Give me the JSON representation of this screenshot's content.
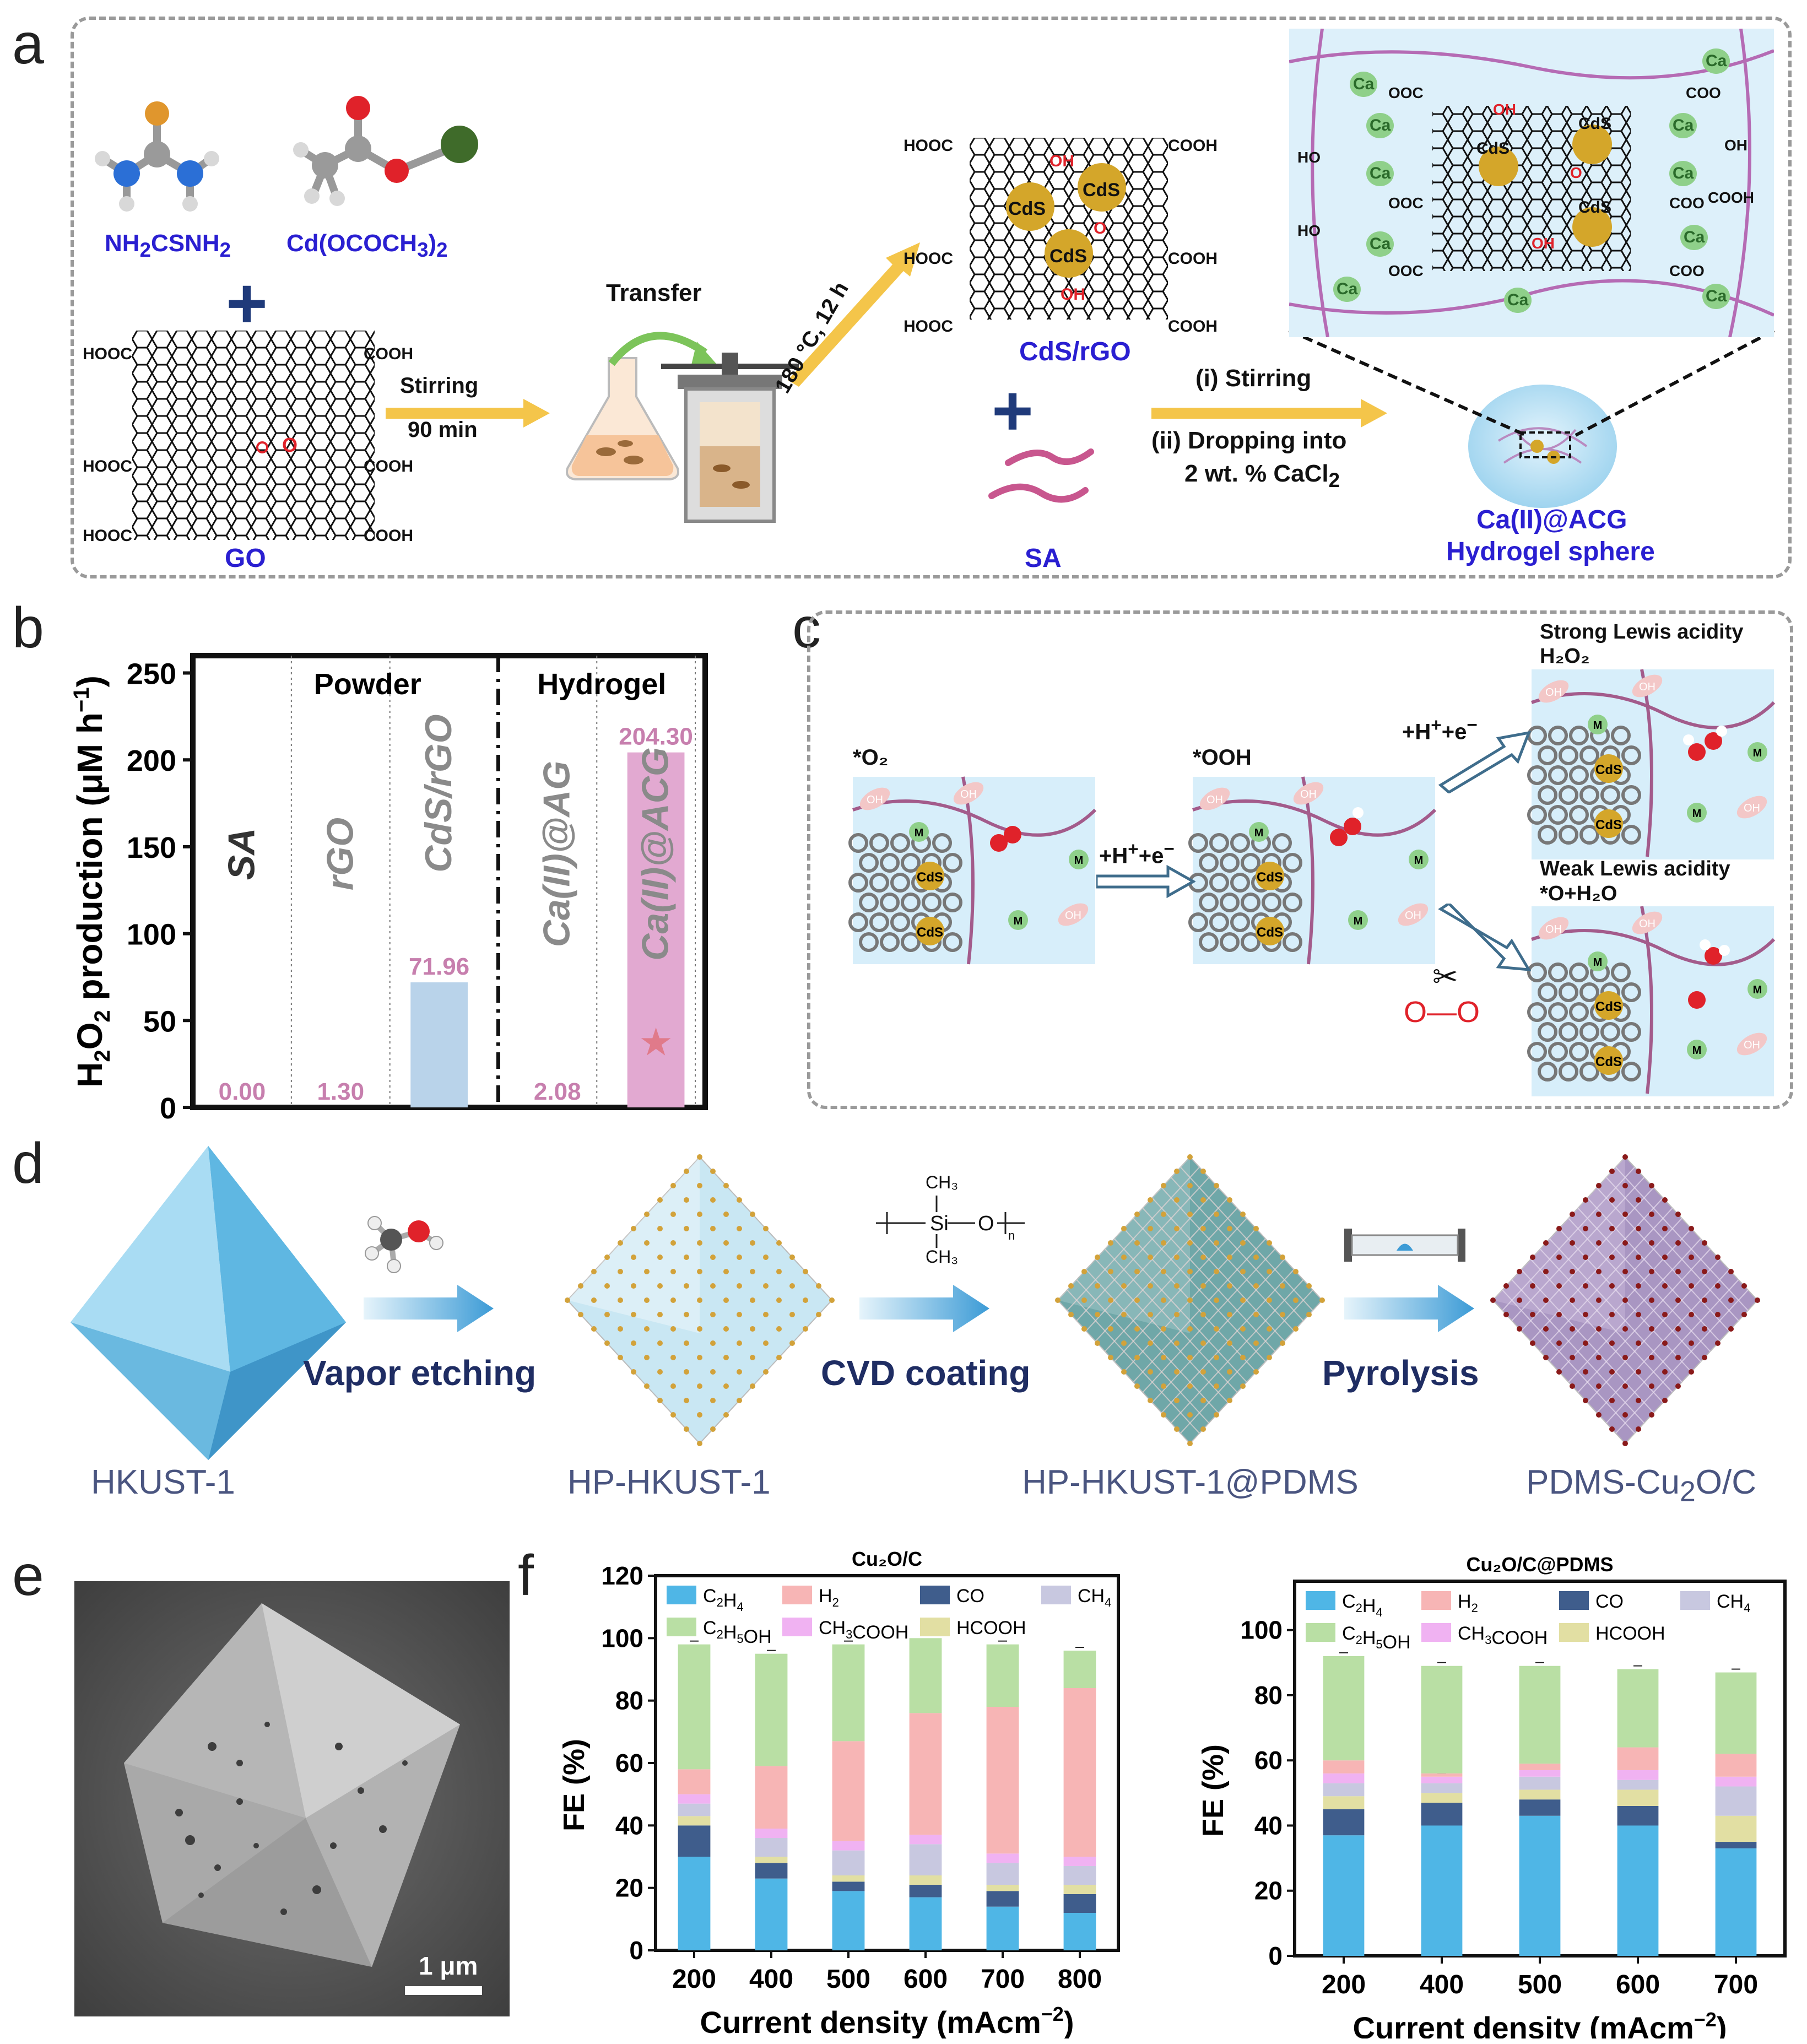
{
  "panel_letters": {
    "a": "a",
    "b": "b",
    "c": "c",
    "d": "d",
    "e": "e",
    "f": "f"
  },
  "panel_a": {
    "thiourea_html": "NH<sub>2</sub>CSNH<sub>2</sub>",
    "cd_acetate_html": "Cd(OCOCH<sub>3</sub>)<sub>2</sub>",
    "go_label": "GO",
    "stirring": "Stirring",
    "stirring_time": "90 min",
    "transfer": "Transfer",
    "hydrothermal": "180 °C, 12 h",
    "cds_rgo": "CdS/rGO",
    "sa": "SA",
    "step_i": "(i) Stirring",
    "step_ii": "(ii) Dropping into",
    "step_ii_b_html": "2 wt. % CaCl<sub>2</sub>",
    "product_1": "Ca(II)@ACG",
    "product_2": "Hydrogel sphere",
    "cds": "CdS",
    "oh": "OH",
    "o": "O",
    "ca": "Ca",
    "cooh": "COOH",
    "hooc": "HOOC",
    "coo": "COO",
    "ooc": "OOC",
    "ho": "HO"
  },
  "chart_data": {
    "type": "bar",
    "ylabel_html": "H<sub>2</sub>O<sub>2</sub> production (μM h<sup>−1</sup>)",
    "ylim": [
      0,
      260
    ],
    "yticks": [
      0,
      50,
      100,
      150,
      200,
      250
    ],
    "groups": [
      "Powder",
      "Hydrogel"
    ],
    "categories": [
      "SA",
      "rGO",
      "CdS/rGO",
      "Ca(II)@AG",
      "Ca(II)@ACG"
    ],
    "values": [
      0.0,
      1.3,
      71.96,
      2.08,
      204.3
    ],
    "value_labels": [
      "0.00",
      "1.30",
      "71.96",
      "2.08",
      "204.30"
    ],
    "category_colors": [
      "#333333",
      "#8a8a8a",
      "#8a8a8a",
      "#8a8a8a",
      "#8a8a8a"
    ],
    "bar_colors": [
      "#b9d3ea",
      "#b9d3ea",
      "#b9d3ea",
      "#e2a9d1",
      "#e2a9d1"
    ],
    "value_label_color": "#c77fae",
    "star_color": "#e07a8a"
  },
  "panel_c": {
    "state_o2": "*O₂",
    "state_ooh": "*OOH",
    "step1_html": "+H<sup>+</sup>+e<sup>−</sup>",
    "step2_html": "+H<sup>+</sup>+e<sup>−</sup>",
    "strong_1": "Strong Lewis acidity",
    "strong_2": "H₂O₂",
    "weak_1": "Weak Lewis acidity",
    "weak_2": "*O+H₂O",
    "oo_bond": "O—O",
    "m": "M",
    "oh": "OH",
    "cds": "CdS"
  },
  "panel_d": {
    "steps": [
      "Vapor etching",
      "CVD coating",
      "Pyrolysis"
    ],
    "materials_html": [
      "HKUST-1",
      "HP-HKUST-1",
      "HP-HKUST-1@PDMS",
      "PDMS-Cu<sub>2</sub>O/C"
    ],
    "pdms_ch3_top": "CH₃",
    "pdms_ch3_bottom": "CH₃",
    "pdms_si": "Si",
    "pdms_o": "O",
    "pdms_n": "n"
  },
  "panel_e": {
    "scale_bar": "1 μm"
  },
  "chart_data_f": [
    {
      "type": "bar",
      "stacked": true,
      "title": "Cu₂O/C",
      "ylabel": "FE (%)",
      "xlabel_html": "Current density (mAcm<sup>−2</sup>)",
      "ylim": [
        0,
        120
      ],
      "yticks": [
        0,
        20,
        40,
        60,
        80,
        100,
        120
      ],
      "categories": [
        "200",
        "400",
        "500",
        "600",
        "700",
        "800"
      ],
      "series": [
        {
          "name": "C2H4",
          "values": [
            30,
            23,
            19,
            17,
            14,
            12
          ]
        },
        {
          "name": "CO",
          "values": [
            10,
            5,
            3,
            4,
            5,
            6
          ]
        },
        {
          "name": "HCOOH",
          "values": [
            3,
            2,
            2,
            3,
            2,
            3
          ]
        },
        {
          "name": "CH4",
          "values": [
            4,
            6,
            8,
            10,
            7,
            6
          ]
        },
        {
          "name": "CH3COOH",
          "values": [
            3,
            3,
            3,
            3,
            3,
            3
          ]
        },
        {
          "name": "H2",
          "values": [
            8,
            20,
            32,
            39,
            47,
            54
          ]
        },
        {
          "name": "C2H5OH",
          "values": [
            40,
            36,
            31,
            24,
            20,
            12
          ]
        }
      ]
    },
    {
      "type": "bar",
      "stacked": true,
      "title": "Cu₂O/C@PDMS",
      "ylabel": "FE (%)",
      "xlabel_html": "Current density (mAcm<sup>−2</sup>)",
      "ylim": [
        0,
        115
      ],
      "yticks": [
        0,
        20,
        40,
        60,
        80,
        100
      ],
      "categories": [
        "200",
        "400",
        "500",
        "600",
        "700"
      ],
      "series": [
        {
          "name": "C2H4",
          "values": [
            37,
            40,
            43,
            40,
            33
          ]
        },
        {
          "name": "CO",
          "values": [
            8,
            7,
            5,
            6,
            2
          ]
        },
        {
          "name": "HCOOH",
          "values": [
            4,
            3,
            3,
            5,
            8
          ]
        },
        {
          "name": "CH4",
          "values": [
            4,
            3,
            4,
            3,
            9
          ]
        },
        {
          "name": "CH3COOH",
          "values": [
            3,
            2,
            2,
            3,
            3
          ]
        },
        {
          "name": "H2",
          "values": [
            4,
            1,
            2,
            7,
            7
          ]
        },
        {
          "name": "C2H5OH",
          "values": [
            32,
            33,
            30,
            24,
            25
          ]
        }
      ]
    }
  ],
  "legend_f": [
    {
      "key": "C2H4",
      "html": "C<sub>2</sub>H<sub>4</sub>",
      "color": "#4fb6e6"
    },
    {
      "key": "H2",
      "html": "H<sub>2</sub>",
      "color": "#f7b5b5"
    },
    {
      "key": "CO",
      "html": "CO",
      "color": "#3f5d8c"
    },
    {
      "key": "CH4",
      "html": "CH<sub>4</sub>",
      "color": "#c8c8e0"
    },
    {
      "key": "C2H5OH",
      "html": "C<sub>2</sub>H<sub>5</sub>OH",
      "color": "#b9dfa4"
    },
    {
      "key": "CH3COOH",
      "html": "CH<sub>3</sub>COOH",
      "color": "#f0b2f2"
    },
    {
      "key": "HCOOH",
      "html": "HCOOH",
      "color": "#e2dfa3"
    }
  ]
}
